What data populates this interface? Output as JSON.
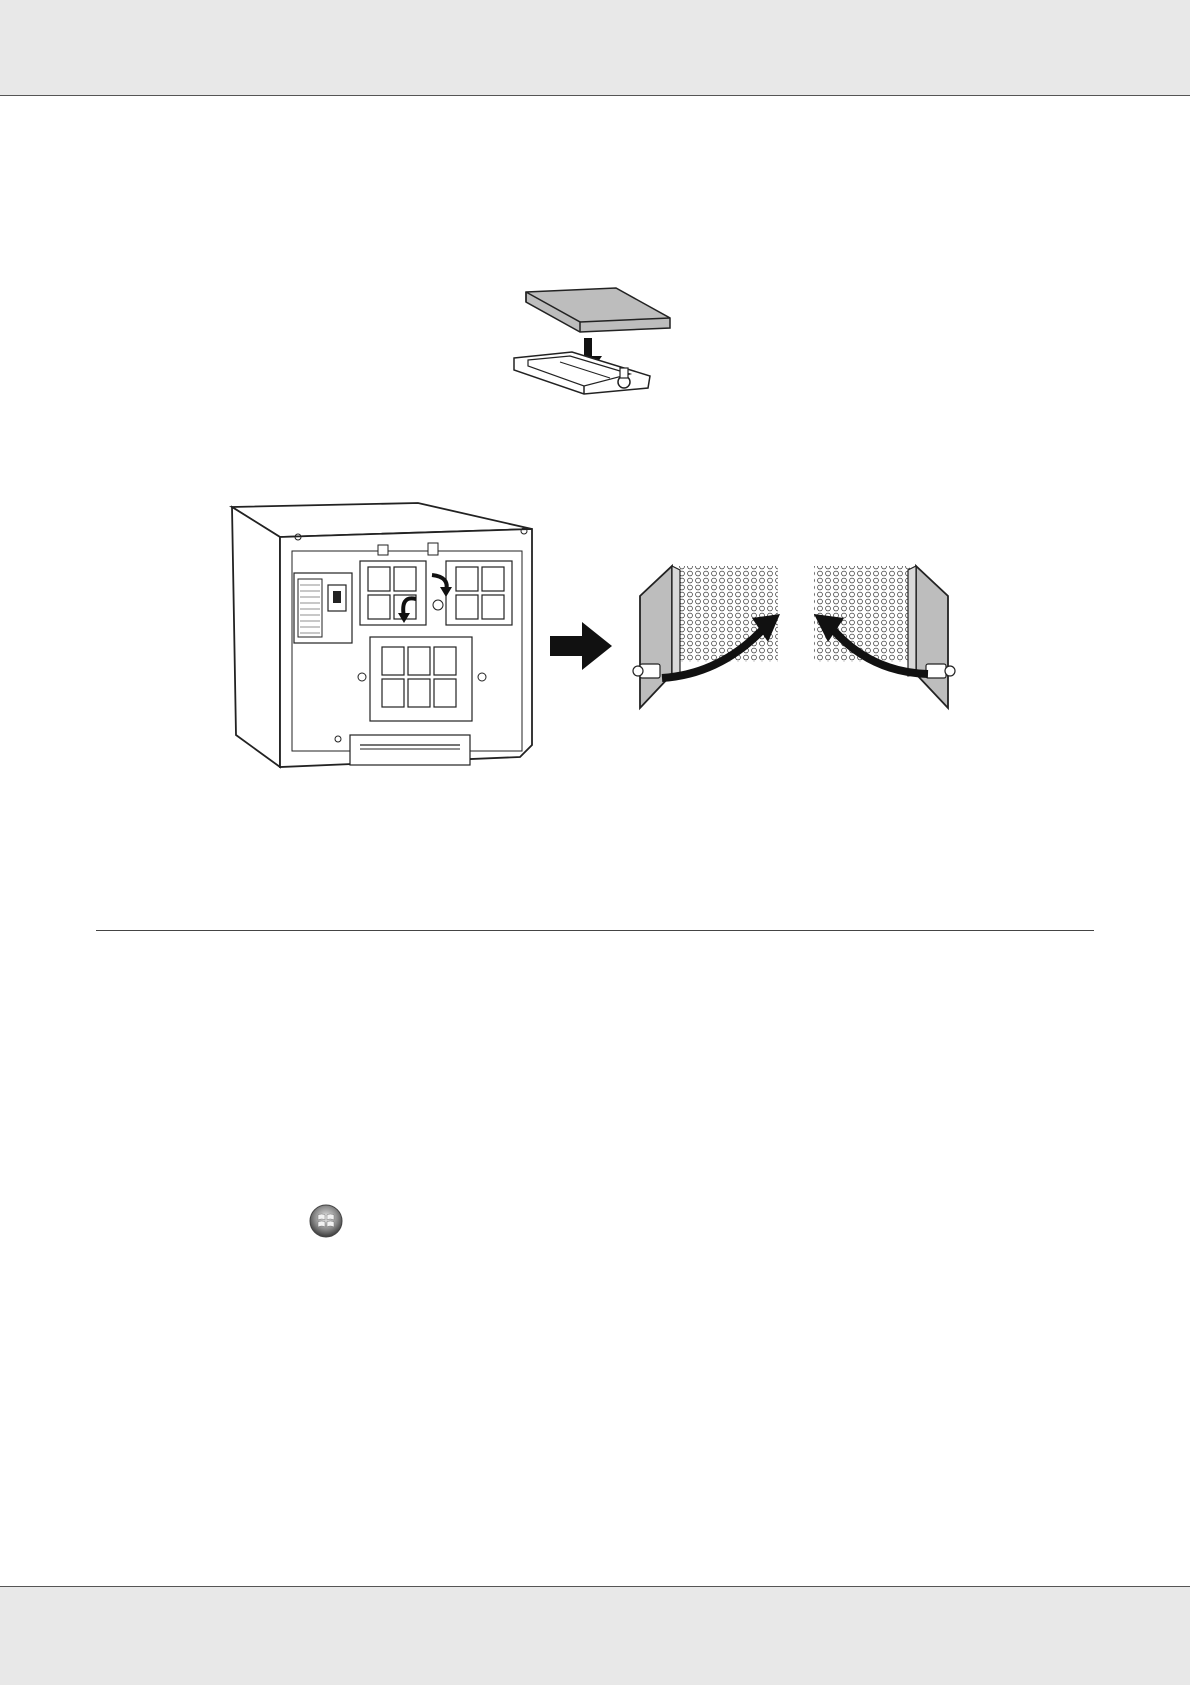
{
  "page": {
    "header": {
      "text": ""
    },
    "footer": {
      "text": ""
    }
  },
  "figures": [
    {
      "name": "filter-insert-illustration"
    },
    {
      "name": "printer-rear-illustration"
    },
    {
      "name": "filter-open-illustration"
    },
    {
      "name": "filter-close-illustration"
    }
  ],
  "icons": {
    "start_button": "windows-start-orb-icon"
  },
  "colors": {
    "band": "#e8e8e8",
    "line": "#222222",
    "filter_fill": "#bdbdbd"
  }
}
